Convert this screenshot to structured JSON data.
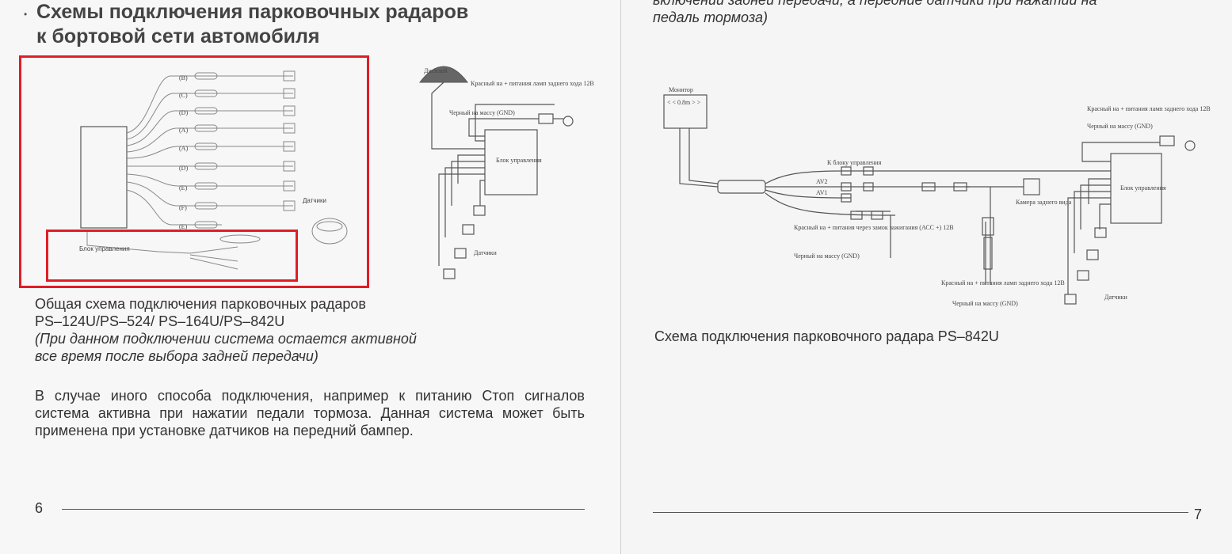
{
  "left_page": {
    "heading_line1": "Схемы подключения парковочных радаров",
    "heading_line2": "к бортовой сети автомобиля",
    "bullet": "•",
    "diagram1_labels": {
      "control_unit": "Блок управления",
      "sensors": "Датчики",
      "sensor_tags": [
        "(B)",
        "(C)",
        "(D)",
        "(A)",
        "(A)",
        "(D)",
        "(E)",
        "(F)",
        "(E)"
      ]
    },
    "diagram2_labels": {
      "display": "Дисплей",
      "red_wire": "Красный на + питания ламп заднего хода 12В",
      "black_wire": "Черный на массу (GND)",
      "control_unit": "Блок управления",
      "sensors": "Датчики"
    },
    "caption_line1": "Общая схема подключения парковочных радаров",
    "caption_line2": "PS–124U/PS–524/ PS–164U/PS–842U",
    "note_line1": "(При данном подключении система остается активной",
    "note_line2": "все время после выбора задней передачи)",
    "paragraph": "В случае иного способа подключения, например к питанию Стоп сигналов система активна при нажатии педали тормоза. Данная система может быть применена при установке датчиков на передний бампер.",
    "page_number": "6"
  },
  "right_page": {
    "top_cut_line1": "включении задней передачи, а передние датчики при нажатии на",
    "top_cut_line2": "педаль тормоза)",
    "diagram_labels": {
      "monitor": "Монитор",
      "monitor_display": "< < 0.8m > >",
      "to_control_unit": "К блоку управления",
      "av2": "AV2",
      "av1": "AV1",
      "red_acc": "Красный на + питания через замок зажигания (АСС +) 12В",
      "black_gnd": "Черный на массу (GND)",
      "camera": "Камера заднего вида",
      "red_reverse": "Красный на + питания ламп заднего хода 12В",
      "black_gnd2": "Черный на массу (GND)",
      "red_right": "Красный на + питания ламп заднего хода 12В",
      "black_right": "Черный на массу (GND)",
      "control_unit": "Блок управления",
      "sensors": "Датчики"
    },
    "caption": "Схема подключения парковочного радара PS–842U",
    "page_number": "7"
  },
  "colors": {
    "highlight": "#e01d26",
    "text": "#333333",
    "page": "#f7f7f7"
  }
}
